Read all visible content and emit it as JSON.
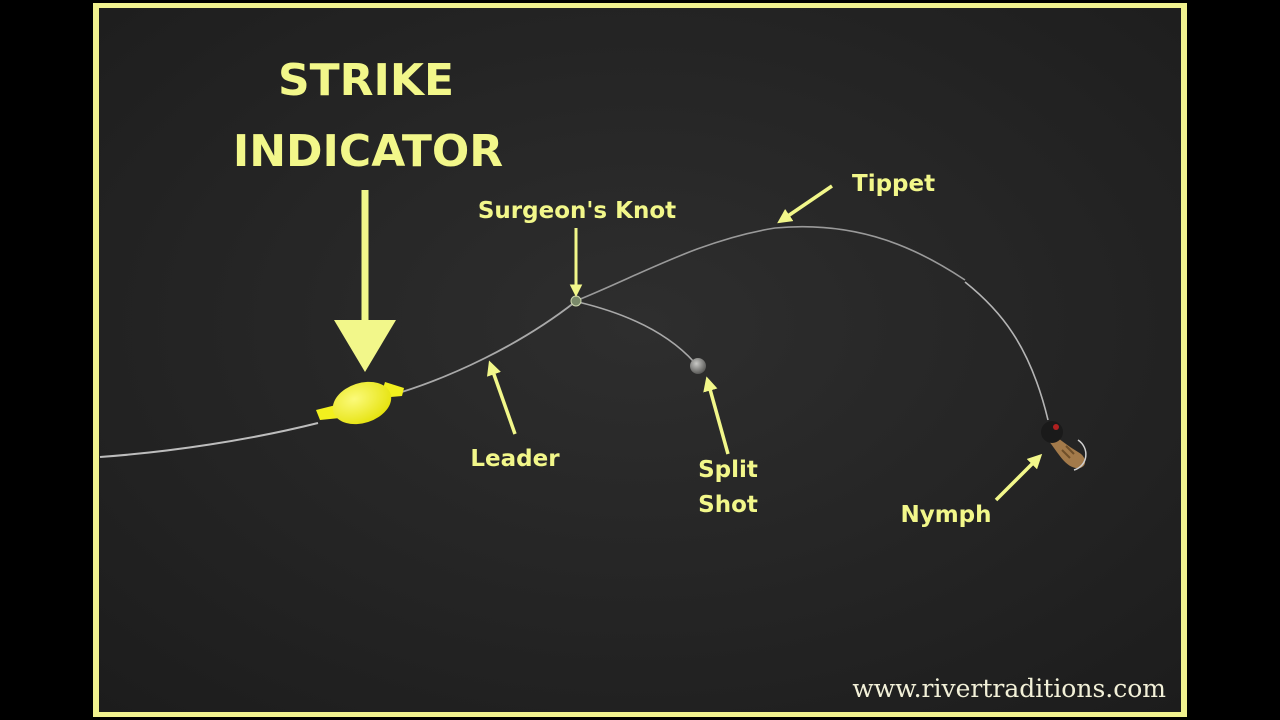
{
  "colors": {
    "frame": "#f1f28f",
    "label": "#f2f78a",
    "background": "#262626",
    "indicator": "#f2f01e",
    "line": "#bdbdbd",
    "split_shot": "#8a8a88",
    "nymph_body": "#a37a4a"
  },
  "title": {
    "line1": "STRIKE",
    "line2": "INDICATOR"
  },
  "labels": {
    "surgeons_knot": "Surgeon's Knot",
    "tippet": "Tippet",
    "leader": "Leader",
    "split_shot_line1": "Split",
    "split_shot_line2": "Shot",
    "nymph": "Nymph"
  },
  "website": "www.rivertraditions.com"
}
